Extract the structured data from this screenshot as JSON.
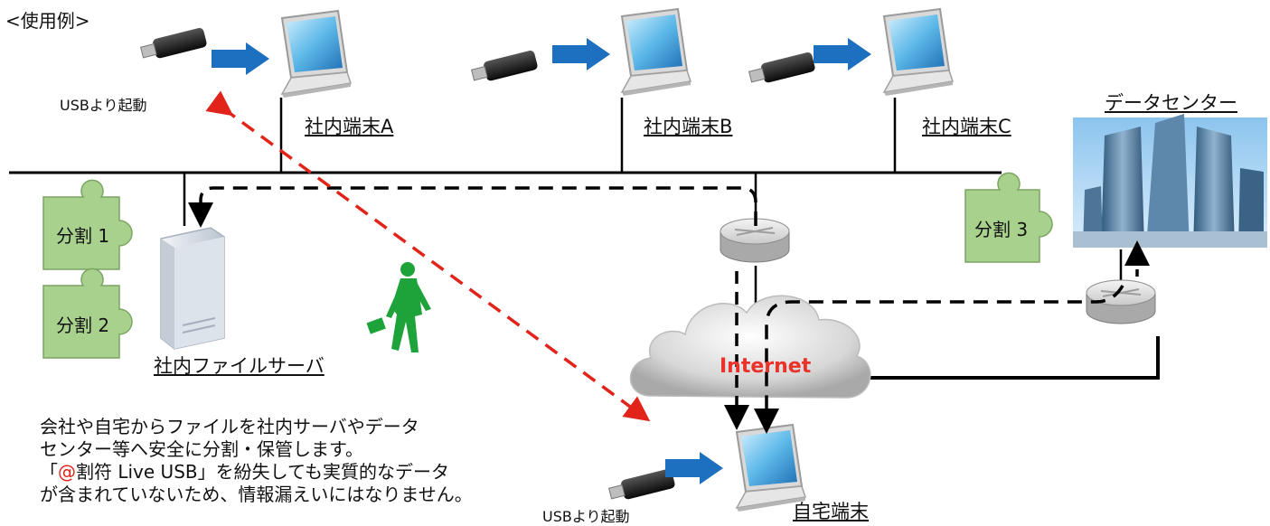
{
  "header": "<使用例>",
  "terminals": {
    "a": "社内端末A",
    "b": "社内端末B",
    "c": "社内端末C",
    "home": "自宅端末"
  },
  "usb_boot": {
    "top": "USBより起動",
    "bottom": "USBより起動"
  },
  "server_label": "社内ファイルサーバ",
  "datacenter_label": "データセンター",
  "pieces": [
    "分割 1",
    "分割 2",
    "分割 3"
  ],
  "internet_label": "Internet",
  "description": {
    "line1": "会社や自宅からファイルを社内サーバやデータ",
    "line2": "センター等へ安全に分割・保管します。",
    "line3_prefix": "「",
    "line3_highlight": "@",
    "line3_rest": "割符 Live USB」を紛失しても実質的なデータ",
    "line4": "が含まれていないため、情報漏えいにはなりません。"
  },
  "colors": {
    "arrow_blue": "#1d6fbf",
    "puzzle_green": "#a9d18e",
    "red_dash": "#e2231a",
    "internet_red": "#e8322a",
    "person_green": "#1ea23a"
  }
}
